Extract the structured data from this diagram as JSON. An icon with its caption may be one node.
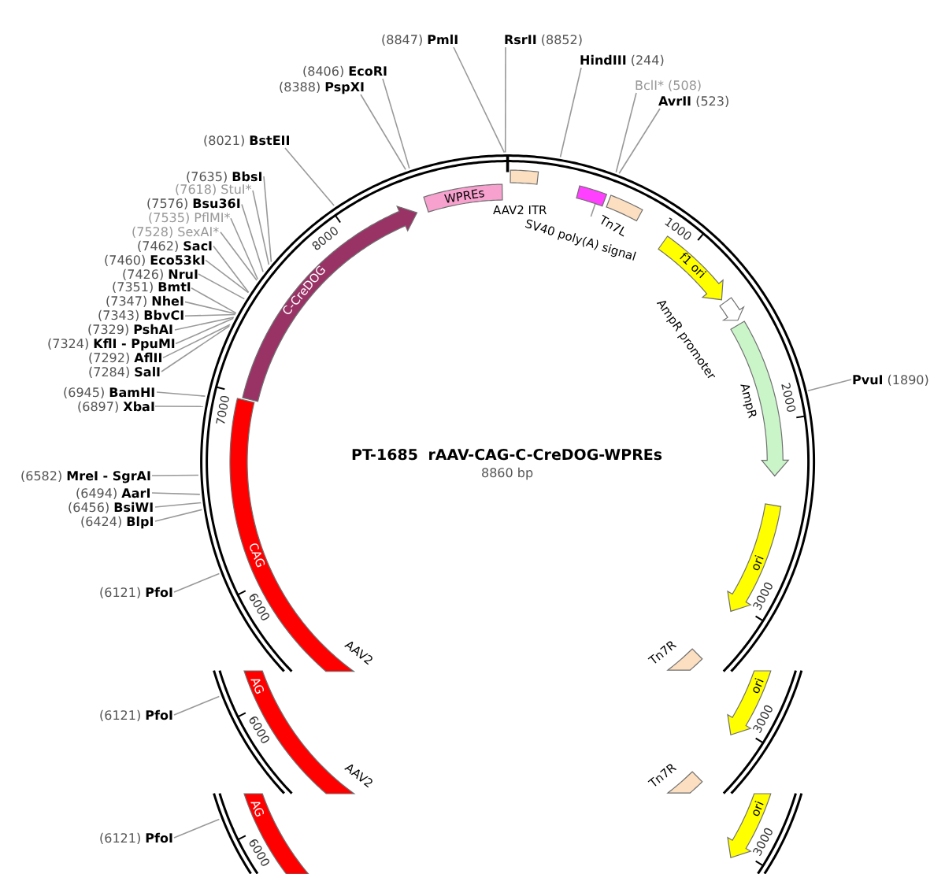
{
  "diagram": {
    "title": "PT-1685 rAAV-CAG-C-CreDOG-WPREs",
    "nodes": [
      {
        "text": [
          "(8847) **PmlI**"
        ]
      },
      {
        "text": [
          "**RsrII** (8852)"
        ]
      },
      {
        "text": [
          "**HindIII** (244)"
        ]
      },
      {
        "text": [
          "(8406) **EcoRI**"
        ]
      },
      {
        "text": [
          "BclI* (508)"
        ]
      },
      {
        "text": [
          "(8388) **PspXI**"
        ]
      },
      {
        "text": [
          "**AvrII** (523)"
        ]
      },
      {
        "text": [
          "(8021) **BstEII**"
        ]
      },
      {
        "text": [
          "(7635) **BbsI**"
        ]
      },
      {
        "text": [
          "(7618) StuI*"
        ]
      },
      {
        "text": [
          "(7576) **Bsu36I**"
        ]
      },
      {
        "text": [
          "(7535) PflMI*"
        ]
      },
      {
        "text": [
          "(7528) SexAI*"
        ]
      },
      {
        "text": [
          "(7462) **SacI**"
        ]
      },
      {
        "text": [
          "(7460) **Eco53kI**"
        ]
      },
      {
        "text": [
          "(7426) **NruI**"
        ]
      },
      {
        "text": [
          "(7351) **BmtI**"
        ]
      },
      {
        "text": [
          "(7347) **NheI**"
        ]
      },
      {
        "text": [
          "(7343) **BbvCI**"
        ]
      },
      {
        "text": [
          "(7329) **PshAI**"
        ]
      },
      {
        "text": [
          "(7324) **KflI - PpuMI**"
        ]
      },
      {
        "text": [
          "(7292) **AflII**"
        ]
      },
      {
        "text": [
          "(7284) **SalI**"
        ]
      },
      {
        "text": [
          "**PvuI** (1890)"
        ]
      },
      {
        "text": [
          "(6945) **BamHI**"
        ]
      },
      {
        "text": [
          "(6897) **XbaI**"
        ]
      },
      {
        "text": [
          "(6582) **MreI - SgrAI**"
        ]
      },
      {
        "text": [
          "(6494) **AarI**"
        ]
      },
      {
        "text": [
          "(6456) **BsiWI**"
        ]
      },
      {
        "text": [
          "(6424) **BlpI**"
        ]
      },
      {
        "text": [
          "(6121) **PfoI**"
        ]
      },
      {
        "text": [],
        "shape": "circle"
      },
      {
        "text": [
          "WPREs"
        ],
        "in": 31
      },
      {
        "text": [
          "AAV2 ITR"
        ],
        "in": 31
      },
      {
        "text": [
          "SV40 poly(A) signal"
        ],
        "in": 31
      },
      {
        "text": [],
        "shape": "box",
        "in": 31
      },
      {
        "text": [
          "Tn7L"
        ],
        "in": 31
      },
      {
        "text": [
          "C-CreDOG"
        ],
        "in": 31
      },
      {
        "text": [
          "f1 ori"
        ],
        "in": 31
      },
      {
        "text": [
          "AmpR promoter"
        ],
        "in": 31
      },
      {
        "text": [
          "AmpR"
        ],
        "in": 31
      },
      {
        "text": [
          "CAG"
        ],
        "in": 31
      },
      {
        "text": [
          "ori"
        ],
        "in": 31
      },
      {
        "text": [
          "Tn7R"
        ],
        "in": 31
      },
      {
        "text": [],
        "shape": "circle"
      },
      {
        "text": [
          "AG"
        ],
        "in": 44
      },
      {
        "text": [
          "ori"
        ],
        "in": 44
      },
      {
        "text": [
          "(6121) **PfoI**"
        ]
      },
      {
        "text": [
          "Tn7R"
        ],
        "in": 44
      },
      {
        "text": [],
        "shape": "circle"
      },
      {
        "text": [
          "AG"
        ],
        "in": 49
      },
      {
        "text": [
          "ori"
        ],
        "in": 49
      },
      {
        "text": [
          "(6121) **PfoI**"
        ]
      }
    ],
    "edges": [
      {
        "from": 0,
        "to": 31,
        "arrow": "none"
      },
      {
        "from": 1,
        "to": 31,
        "arrow": "none"
      },
      {
        "from": 2,
        "to": 31,
        "arrow": "none"
      },
      {
        "from": 3,
        "to": 31,
        "arrow": "none"
      },
      {
        "from": 4,
        "to": 31,
        "arrow": "none"
      },
      {
        "from": 5,
        "to": 31,
        "arrow": "none"
      },
      {
        "from": 6,
        "to": 31,
        "arrow": "none"
      },
      {
        "from": 7,
        "to": 31,
        "arrow": "none"
      },
      {
        "from": 8,
        "to": 31,
        "arrow": "none"
      },
      {
        "from": 9,
        "to": 31,
        "arrow": "none"
      },
      {
        "from": 10,
        "to": 31,
        "arrow": "none"
      },
      {
        "from": 11,
        "to": 31,
        "arrow": "none"
      },
      {
        "from": 12,
        "to": 31,
        "arrow": "none"
      },
      {
        "from": 13,
        "to": 31,
        "arrow": "none"
      },
      {
        "from": 14,
        "to": 31,
        "arrow": "none"
      },
      {
        "from": 15,
        "to": 31,
        "arrow": "none"
      },
      {
        "from": 16,
        "to": 31,
        "arrow": "none"
      },
      {
        "from": 17,
        "to": 31,
        "arrow": "none"
      },
      {
        "from": 18,
        "to": 31,
        "arrow": "none"
      },
      {
        "from": 19,
        "to": 31,
        "arrow": "none"
      },
      {
        "from": 20,
        "to": 31,
        "arrow": "none"
      },
      {
        "from": 21,
        "to": 31,
        "arrow": "none"
      },
      {
        "from": 22,
        "to": 31,
        "arrow": "none"
      },
      {
        "from": 23,
        "to": 31,
        "arrow": "none"
      },
      {
        "from": 24,
        "to": 31,
        "arrow": "none"
      },
      {
        "from": 25,
        "to": 31,
        "arrow": "none"
      },
      {
        "from": 26,
        "to": 31,
        "arrow": "none"
      },
      {
        "from": 27,
        "to": 31,
        "arrow": "none"
      },
      {
        "from": 28,
        "to": 31,
        "arrow": "none"
      },
      {
        "from": 29,
        "to": 31,
        "arrow": "none"
      },
      {
        "from": 30,
        "to": 31,
        "arrow": "none"
      },
      {
        "from": 34,
        "to": 35,
        "arrow": "none"
      },
      {
        "from": 47,
        "to": 44,
        "arrow": "none"
      },
      {
        "from": 52,
        "to": 49,
        "arrow": "none"
      }
    ],
    "labels": [
      "1000",
      "8000",
      "2000",
      "7000",
      "8860 bp",
      "3000",
      "6000",
      "AAV2",
      "3000",
      "6000",
      "AAV2",
      "3000",
      "6000"
    ]
  }
}
